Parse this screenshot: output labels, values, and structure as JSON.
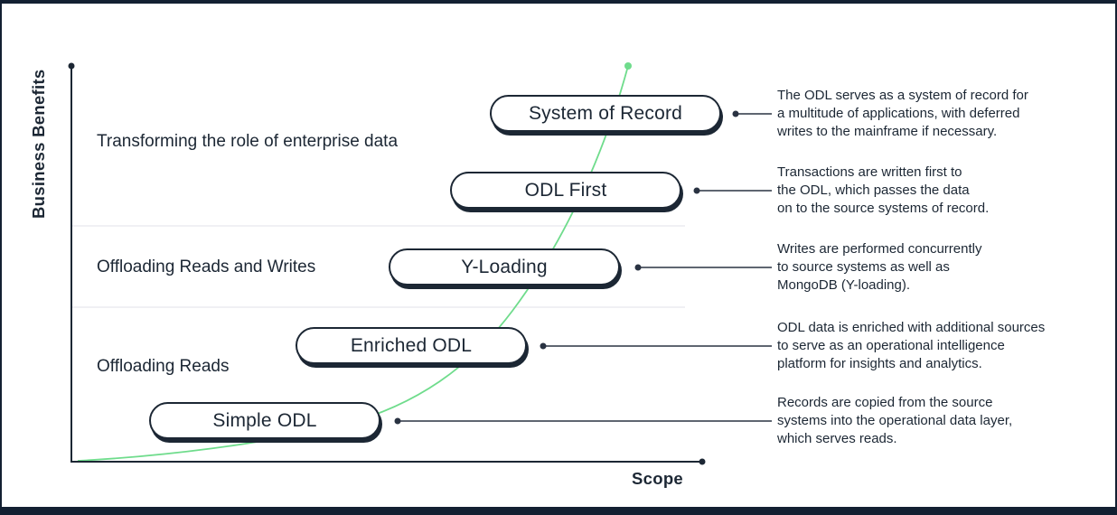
{
  "diagram": {
    "title_none_visible": "",
    "axes": {
      "y_label": "Business Benefits",
      "x_label": "Scope"
    },
    "bands": [
      {
        "label": "Transforming the role of enterprise data"
      },
      {
        "label": "Offloading Reads and Writes"
      },
      {
        "label": "Offloading Reads"
      }
    ],
    "stages": [
      {
        "label": "System of Record",
        "description": "The ODL serves as a system of record for\na multitude of applications, with deferred\nwrites to the mainframe if necessary."
      },
      {
        "label": "ODL First",
        "description": "Transactions are written first to\nthe ODL, which passes the data\non to the source systems of record."
      },
      {
        "label": "Y-Loading",
        "description": "Writes are performed concurrently\nto source systems as well as\nMongoDB (Y-loading)."
      },
      {
        "label": "Enriched ODL",
        "description": "ODL data is enriched with additional sources\nto serve as an operational intelligence\nplatform for insights and analytics."
      },
      {
        "label": "Simple ODL",
        "description": "Records are copied from the source\nsystems into the operational data layer,\nwhich serves reads."
      }
    ]
  },
  "colors": {
    "green": "#6fdc8c",
    "ink": "#1c2734",
    "frame": "#132032",
    "divider": "#ebebf0",
    "connector": "#2a3342"
  }
}
